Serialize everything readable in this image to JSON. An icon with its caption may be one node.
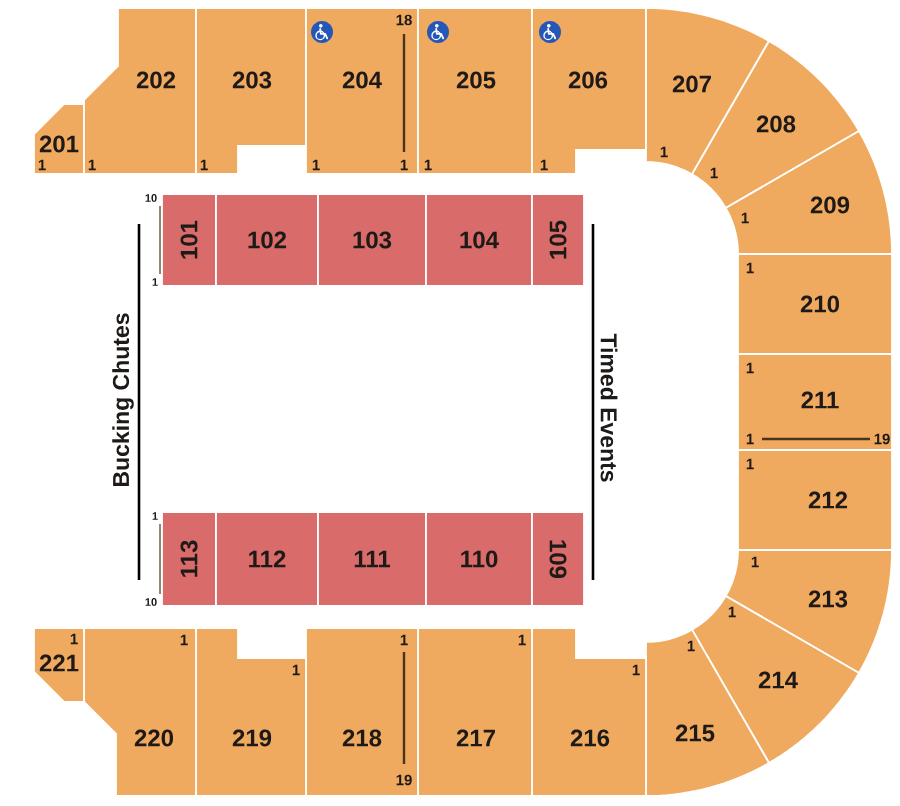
{
  "diagram": {
    "nodes": [
      {
        "text": [
          "201",
          "1"
        ]
      },
      {
        "text": [
          "202",
          "1"
        ]
      },
      {
        "text": [
          "203",
          "1"
        ]
      },
      {
        "text": [
          "204",
          "18",
          "1",
          "1"
        ]
      },
      {
        "text": [
          "205",
          "1"
        ]
      },
      {
        "text": [
          "206",
          "1"
        ]
      },
      {
        "text": [
          "207",
          "1"
        ]
      },
      {
        "text": [
          "208",
          "1"
        ]
      },
      {
        "text": [
          "209",
          "1"
        ]
      },
      {
        "text": [
          "210",
          "1"
        ]
      },
      {
        "text": [
          "211",
          "1",
          "1",
          "19"
        ]
      },
      {
        "text": [
          "212",
          "1"
        ]
      },
      {
        "text": [
          "213",
          "1"
        ]
      },
      {
        "text": [
          "214",
          "1"
        ]
      },
      {
        "text": [
          "1",
          "215"
        ]
      },
      {
        "text": [
          "216",
          "1"
        ]
      },
      {
        "text": [
          "217",
          "1"
        ]
      },
      {
        "text": [
          "218",
          "1",
          "19"
        ]
      },
      {
        "text": [
          "219",
          "1"
        ]
      },
      {
        "text": [
          "220",
          "1"
        ]
      },
      {
        "text": [
          "1",
          "221"
        ]
      },
      {
        "text": [
          "101"
        ],
        "beside": [
          "10",
          "1"
        ]
      },
      {
        "text": [
          "102"
        ]
      },
      {
        "text": [
          "103"
        ]
      },
      {
        "text": [
          "104"
        ]
      },
      {
        "text": [
          "105"
        ]
      },
      {
        "text": [
          "113"
        ],
        "beside": [
          "1",
          "10"
        ]
      },
      {
        "text": [
          "112"
        ]
      },
      {
        "text": [
          "111"
        ]
      },
      {
        "text": [
          "110"
        ]
      },
      {
        "text": [
          "109"
        ]
      }
    ],
    "labels": [
      "Bucking Chutes",
      "Timed Events"
    ]
  }
}
